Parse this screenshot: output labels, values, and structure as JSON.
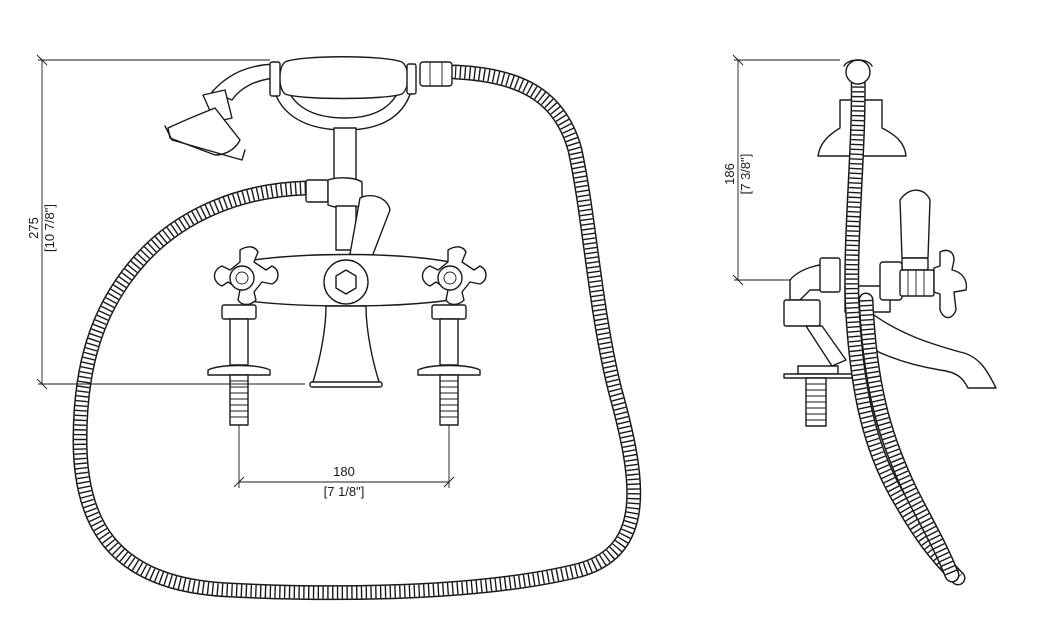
{
  "dimensions": {
    "height_total": {
      "value": "275",
      "imperial": "[10 7/8\"]"
    },
    "spout_spacing": {
      "value": "180",
      "imperial": "[7 1/8\"]"
    },
    "side_height": {
      "value": "186",
      "imperial": "[7 3/8\"]"
    }
  },
  "colors": {
    "line": "#1a1a1a",
    "background": "#ffffff"
  }
}
